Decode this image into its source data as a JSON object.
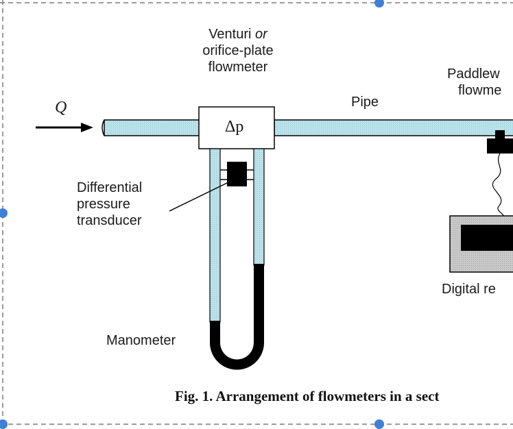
{
  "labels": {
    "flow_symbol": "Q",
    "venturi_line1": "Venturi",
    "venturi_or": "or",
    "venturi_line2": "orifice-plate",
    "venturi_line3": "flowmeter",
    "delta_p": "Δp",
    "pipe": "Pipe",
    "paddle_line1": "Paddlew",
    "paddle_line2": "flowme",
    "dpt_line1": "Differential",
    "dpt_line2": "pressure",
    "dpt_line3": "transducer",
    "manometer": "Manometer",
    "digital_readout": "Digital re"
  },
  "caption": "Fig. 1.  Arrangement of flowmeters in a sect",
  "colors": {
    "fluid": "#b9e2ea",
    "manometer_liquid": "#000000",
    "readout_body": "#c8c8c8",
    "frame_dash": "#7a7a7a",
    "selection_handle": "#3f7fd6"
  }
}
